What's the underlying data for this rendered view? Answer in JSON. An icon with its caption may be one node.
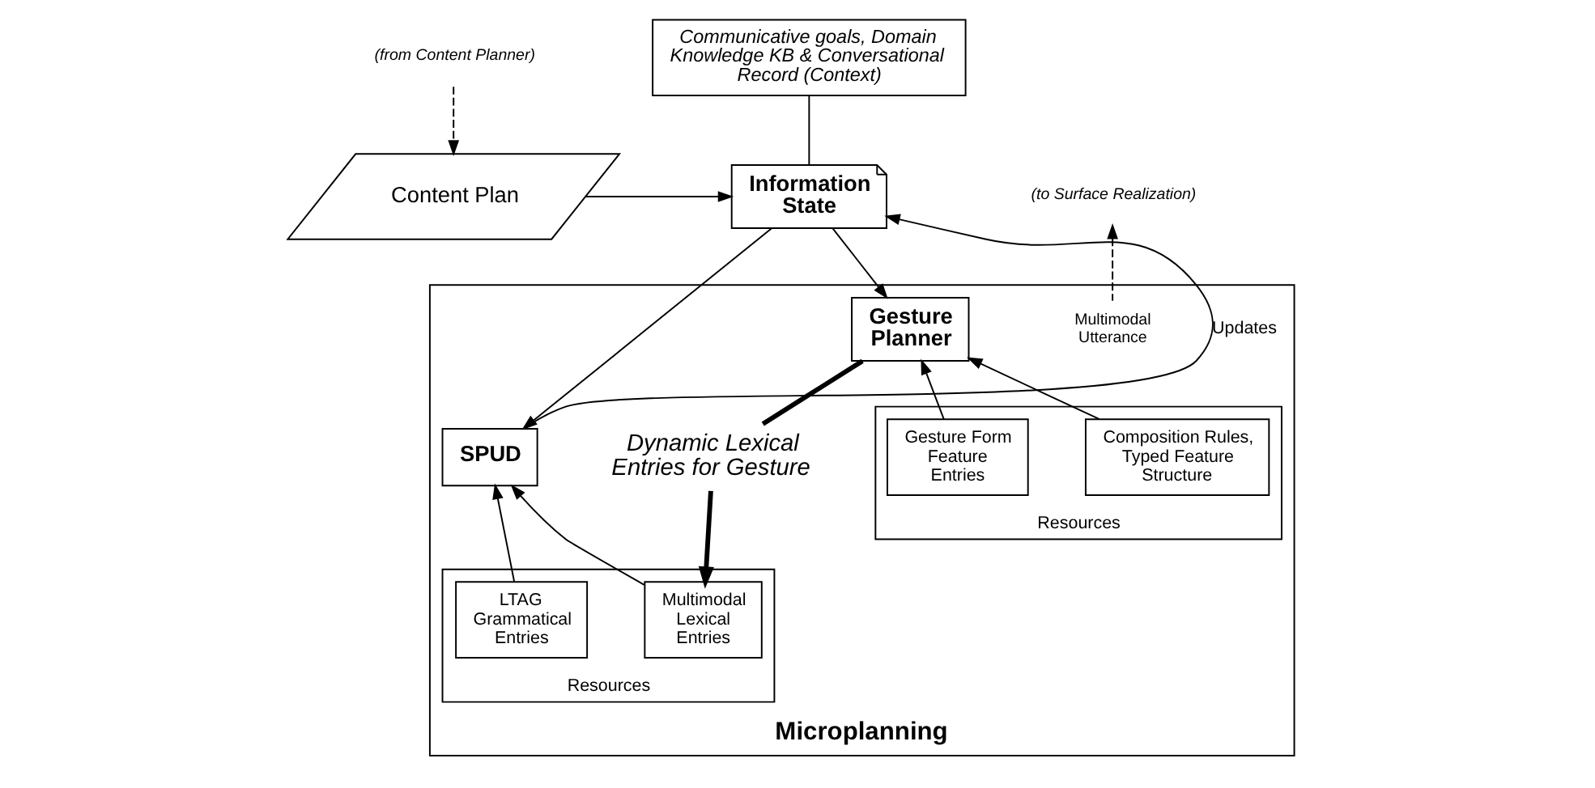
{
  "diagram": {
    "nodes": [
      {
        "text": [
          "(from Content Planner)"
        ]
      },
      {
        "text": [
          "Content Plan"
        ]
      },
      {
        "text": [
          "Information State"
        ]
      },
      {
        "text": [
          "Communicative goals, Domain Knowledge KB & Conversational Record (Context)"
        ]
      },
      {
        "text": [
          "(to Surface Realization)"
        ]
      },
      {
        "text": [
          "Microplanning"
        ]
      },
      {
        "text": [
          "Gesture Planner"
        ],
        "in": 5
      },
      {
        "text": [
          "Dynamic Lexical Entries for Gesture"
        ],
        "in": 5
      },
      {
        "text": [
          "SPUD"
        ],
        "in": 5
      },
      {
        "text": [
          "Multimodal Utterance"
        ],
        "in": 5
      },
      {
        "text": [
          "Resources"
        ],
        "in": 5
      },
      {
        "text": [
          "Gesture Form Feature Entries"
        ],
        "in": 10
      },
      {
        "text": [
          "Composition Rules, Typed Feature Structure"
        ],
        "in": 10
      },
      {
        "text": [
          "Resources"
        ],
        "in": 5
      },
      {
        "text": [
          "Multimodal Lexical Entries"
        ],
        "in": 13
      },
      {
        "text": [
          "LTAG Grammatical Entries"
        ],
        "in": 13
      }
    ],
    "edges": [
      {
        "from": 0,
        "to": 1,
        "arrow": "to",
        "style": "dashed"
      },
      {
        "from": 1,
        "to": 2,
        "arrow": "to"
      },
      {
        "from": 3,
        "to": 2,
        "arrow": "none"
      },
      {
        "from": 2,
        "to": 6,
        "arrow": "to"
      },
      {
        "from": 2,
        "to": 8,
        "arrow": "to"
      },
      {
        "from": 8,
        "to": 2,
        "arrow": "to",
        "label": "Updates"
      },
      {
        "from": 6,
        "to": 7,
        "arrow": "none",
        "style": "thick"
      },
      {
        "from": 7,
        "to": 14,
        "arrow": "to",
        "style": "thick"
      },
      {
        "from": 11,
        "to": 6,
        "arrow": "to"
      },
      {
        "from": 12,
        "to": 6,
        "arrow": "to"
      },
      {
        "from": 14,
        "to": 8,
        "arrow": "to"
      },
      {
        "from": 15,
        "to": 8,
        "arrow": "to"
      },
      {
        "from": 9,
        "to": 4,
        "arrow": "to",
        "style": "dashed"
      }
    ]
  }
}
